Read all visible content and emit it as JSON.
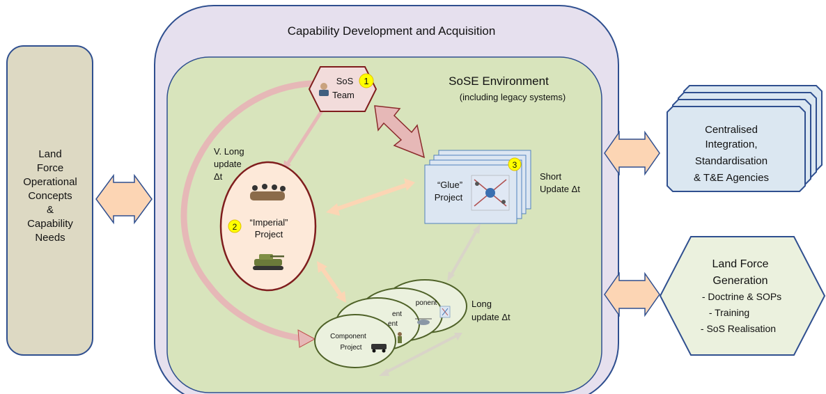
{
  "outer_title": "Capability Development and Acquisition",
  "sose_env": {
    "title": "SoSE Environment",
    "subtitle": "(including legacy systems)"
  },
  "left_box": {
    "lines": [
      "Land",
      "Force",
      "Operational",
      "Concepts",
      "&",
      "Capability",
      "Needs"
    ]
  },
  "sos_team": {
    "lines": [
      "SoS",
      "Team"
    ],
    "badge": "1"
  },
  "imperial": {
    "lines": [
      "“Imperial”",
      "Project"
    ],
    "badge": "2"
  },
  "glue": {
    "lines": [
      "“Glue”",
      "Project"
    ],
    "badge": "3"
  },
  "labels": {
    "vlong": [
      "V. Long",
      "update",
      "Δt"
    ],
    "short": [
      "Short",
      "Update Δt"
    ],
    "long": [
      "Long",
      "update Δt"
    ]
  },
  "component": {
    "front_lines": [
      "Component",
      "Project"
    ],
    "back_fragment_1": "ent",
    "back_fragment_2": "ponent"
  },
  "centralised": {
    "lines": [
      "Centralised",
      "Integration,",
      "Standardisation",
      "& T&E Agencies"
    ]
  },
  "force_gen": {
    "title_lines": [
      "Land Force",
      "Generation"
    ],
    "items": [
      "- Doctrine  & SOPs",
      "- Training",
      "- SoS Realisation"
    ]
  },
  "colors": {
    "outer_fill": "#e6e0ee",
    "outer_stroke": "#2f4f8f",
    "sose_fill": "#d8e4bc",
    "left_fill": "#ddd9c3",
    "imperial_fill": "#fde9d9",
    "imperial_stroke": "#7f1d1d",
    "component_fill": "#ebf1de",
    "component_stroke": "#4f6228",
    "glue_fill": "#dce6f2",
    "sos_fill": "#f2dcdb",
    "sos_stroke": "#7f1d1d",
    "badge": "#ffff00",
    "side_fill": "#dbe7f1",
    "double_arrow_fill": "#fcd5b4"
  }
}
